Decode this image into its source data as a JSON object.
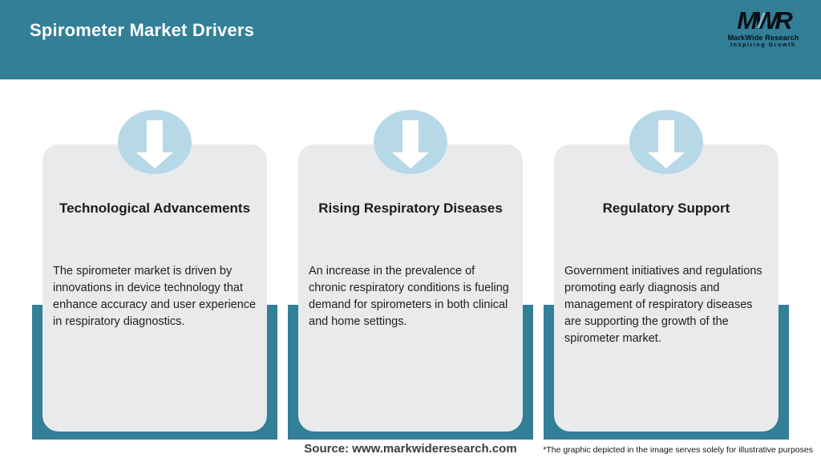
{
  "header": {
    "title": "Spirometer Market Drivers",
    "logo": {
      "acronym": "MWR",
      "name": "MarkWide Research",
      "tagline": "Inspiring Growth"
    }
  },
  "cards": [
    {
      "icon": "down-arrow-icon",
      "title": "Technological Advancements",
      "description": "The spirometer market is driven by innovations in device technology that enhance accuracy and user experience in respiratory diagnostics."
    },
    {
      "icon": "down-arrow-icon",
      "title": "Rising Respiratory Diseases",
      "description": "An increase in the prevalence of chronic respiratory conditions is fueling demand for spirometers in both clinical and home settings."
    },
    {
      "icon": "down-arrow-icon",
      "title": "Regulatory Support",
      "description": "Government initiatives and regulations promoting early diagnosis and management of respiratory diseases are supporting the growth of the spirometer market."
    }
  ],
  "footer": {
    "source": "Source: www.markwideresearch.com",
    "disclaimer": "*The graphic depicted in the image serves solely for illustrative purposes"
  },
  "colors": {
    "teal": "#327F97",
    "circle_blue": "#B7D8E6",
    "card_gray": "#E8EAEC",
    "title_text": "#ffffff",
    "body_text": "#1e1e1e"
  }
}
